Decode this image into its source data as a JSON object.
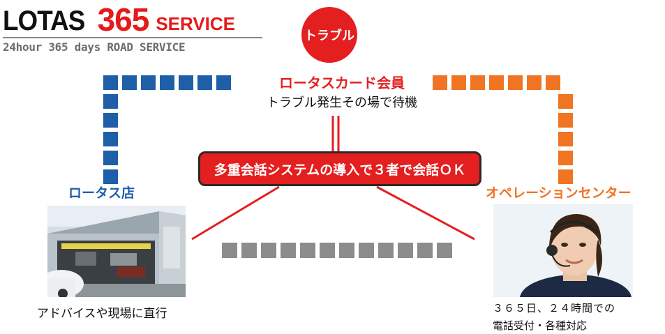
{
  "logo": {
    "brand": "LOTAS",
    "number": "365",
    "service": "SERVICE",
    "tagline": "24hour 365 days ROAD SERVICE"
  },
  "trouble": {
    "label": "トラブル"
  },
  "member": {
    "title": "ロータスカード会員",
    "subtitle": "トラブル発生その場で待機"
  },
  "banner": {
    "text": "多重会話システムの導入で３者で会話ＯＫ"
  },
  "shop": {
    "label": "ロータス店",
    "caption": "アドバイスや現場に直行"
  },
  "operation_center": {
    "label": "オペレーションセンター",
    "caption_line1": "３６５日、２４時間での",
    "caption_line2": "電話受付・各種対応"
  },
  "colors": {
    "red": "#e41f1f",
    "blue": "#1e5fa8",
    "orange": "#f07422",
    "gray": "#8c8c8c"
  }
}
